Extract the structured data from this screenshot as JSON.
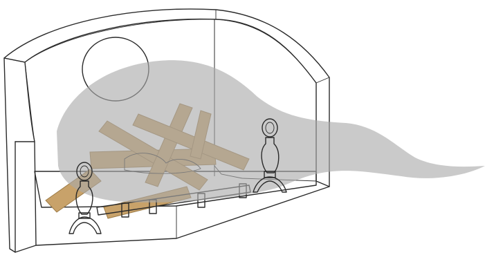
{
  "illustration": {
    "labels": [],
    "colors": {
      "line": "#2a2a2a",
      "smoke": "#a9a9a9",
      "wood": "#c8a26a",
      "wood_shade": "#9c7a45",
      "grate": "#d9d9d9",
      "background": "#ffffff"
    },
    "parts": [
      "firebox",
      "back-wall",
      "side-walls",
      "hearth-floor",
      "log-set",
      "andirons",
      "grate",
      "smoke-plume",
      "vent-hole"
    ]
  }
}
